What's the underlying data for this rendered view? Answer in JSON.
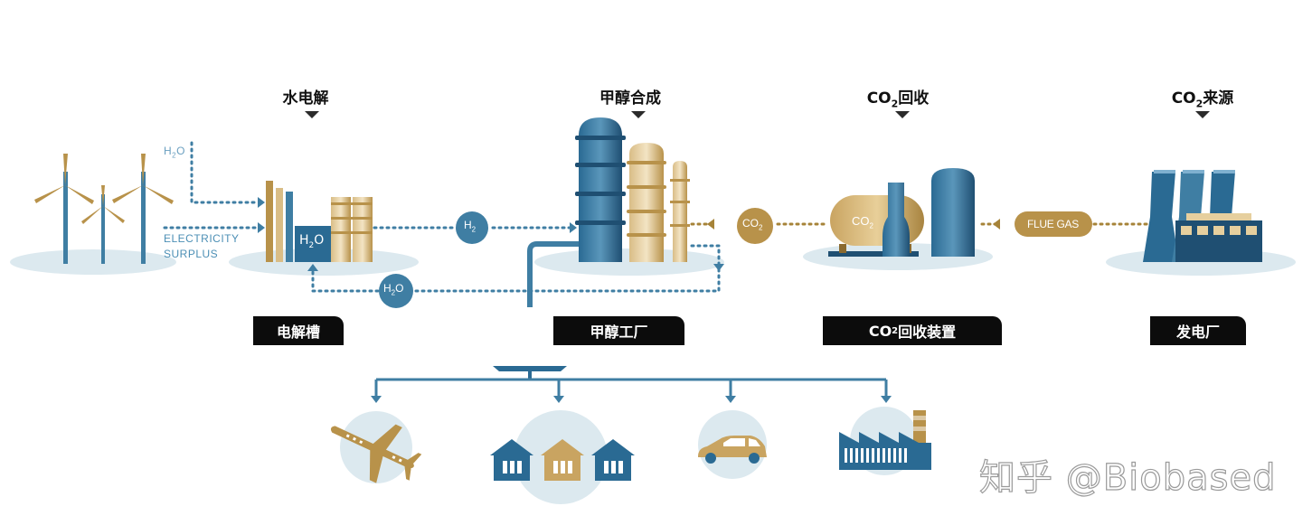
{
  "stages": [
    {
      "title": "水电解",
      "label": "电解槽"
    },
    {
      "title": "甲醇合成",
      "label": "甲醇工厂"
    },
    {
      "title_main": "CO",
      "title_sub": "2",
      "title_rest": "回收",
      "label_main": "CO",
      "label_sub": "2",
      "label_rest": "回收装置"
    },
    {
      "title_main": "CO",
      "title_sub": "2",
      "title_rest": "来源",
      "label": "发电厂"
    }
  ],
  "inputs": {
    "water": {
      "main": "H",
      "sub": "2",
      "rest": "O"
    },
    "electricity_line1": "ELECTRICITY",
    "electricity_line2": "SURPLUS"
  },
  "flow_badges": {
    "hydrogen": {
      "main": "H",
      "sub": "2"
    },
    "water_return": {
      "main": "H",
      "sub": "2",
      "rest": "O"
    },
    "co2": {
      "main": "CO",
      "sub": "2"
    },
    "flue_gas": "FLUE GAS",
    "electrolyzer_water": {
      "main": "H",
      "sub": "2",
      "rest": "O"
    },
    "tank_co2": {
      "main": "CO",
      "sub": "2"
    }
  },
  "end_uses": [
    "airplane-icon",
    "houses-icon",
    "car-icon",
    "factory-icon"
  ],
  "colors": {
    "blue_dark": "#1f4f72",
    "blue_mid": "#3f7ea3",
    "blue_light": "#7fb0cf",
    "gold": "#b8924a",
    "gold_light": "#e6cf9e",
    "ground": "#dce9ef",
    "black": "#0c0c0c"
  },
  "watermark": "知乎 @Biobased"
}
